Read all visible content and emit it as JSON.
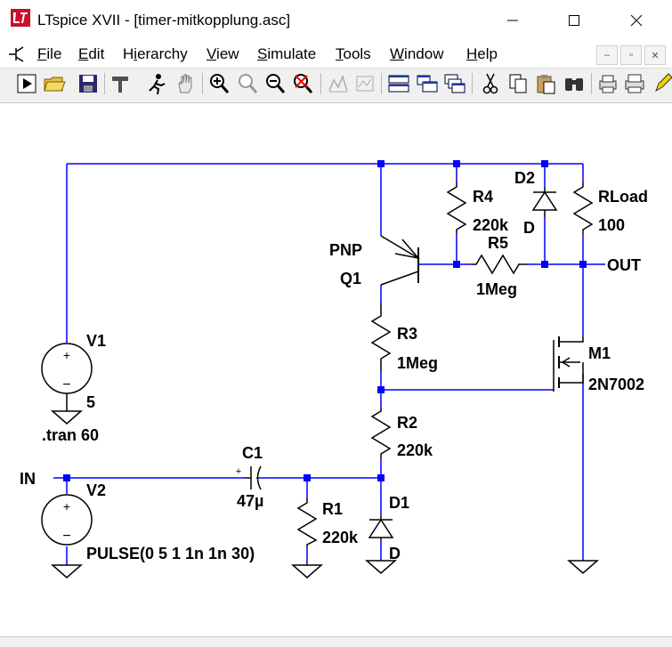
{
  "window": {
    "title": "LTspice XVII - [timer-mitkopplung.asc]",
    "minimize_glyph": "─",
    "maximize_glyph": "☐",
    "close_glyph": "✕"
  },
  "menu": {
    "items": [
      {
        "hot": "F",
        "rest": "ile"
      },
      {
        "hot": "E",
        "rest": "dit"
      },
      {
        "pre": "H",
        "hot": "i",
        "rest": "erarchy"
      },
      {
        "hot": "V",
        "rest": "iew"
      },
      {
        "hot": "S",
        "rest": "imulate"
      },
      {
        "hot": "T",
        "rest": "ools"
      },
      {
        "hot": "W",
        "rest": "indow"
      },
      {
        "hot": "H",
        "rest": "elp"
      }
    ],
    "mdi": {
      "minimize": "–",
      "restore": "▫",
      "close": "✕"
    }
  },
  "toolbar": {
    "icons": [
      "run-icon",
      "open-icon",
      "save-icon",
      "control-panel-icon",
      "run-man-icon",
      "pan-hand-icon",
      "zoom-in-icon",
      "zoom-area-icon",
      "zoom-out-icon",
      "zoom-cancel-icon",
      "autorange-icon",
      "view-icon",
      "tile-horizontal-icon",
      "tile-vertical-icon",
      "cascade-icon",
      "cut-icon",
      "copy-icon",
      "paste-icon",
      "find-icon",
      "print-setup-icon",
      "print-icon",
      "pencil-icon"
    ]
  },
  "schematic": {
    "wire_color": "#0000ff",
    "comp_color": "#000000",
    "labels": {
      "r4_name": "R4",
      "r4_value": "220k",
      "d2_name": "D2",
      "d2_value": "D",
      "rload_name": "RLoad",
      "rload_value": "100",
      "q1_type": "PNP",
      "q1_name": "Q1",
      "r5_name": "R5",
      "r5_value": "1Meg",
      "out_label": "OUT",
      "v1_name": "V1",
      "v1_value": "5",
      "tran_directive": ".tran 60",
      "r3_name": "R3",
      "r3_value": "1Meg",
      "m1_name": "M1",
      "m1_value": "2N7002",
      "r2_name": "R2",
      "r2_value": "220k",
      "in_label": "IN",
      "c1_name": "C1",
      "c1_value": "47µ",
      "v2_name": "V2",
      "v2_value": "PULSE(0 5 1 1n 1n 30)",
      "r1_name": "R1",
      "r1_value": "220k",
      "d1_name": "D1",
      "d1_value": "D",
      "plus": "+",
      "minus": "−",
      "cap_plus": "+"
    }
  }
}
